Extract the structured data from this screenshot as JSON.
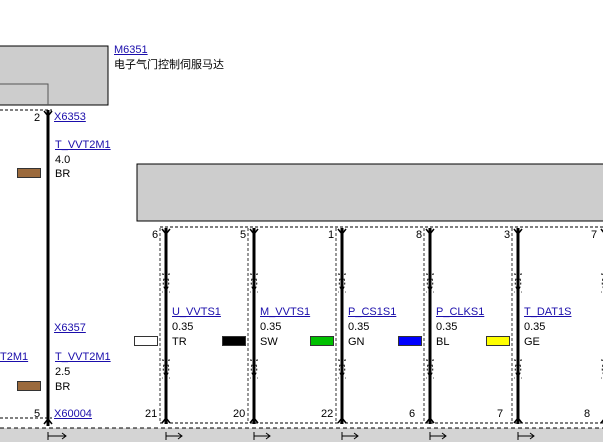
{
  "component": {
    "id": "M6351",
    "name": "电子气门控制伺服马达"
  },
  "connectors": {
    "top": "X6353",
    "mid": "X6357",
    "bottom": "X60004"
  },
  "pins": {
    "left_top": "2",
    "left_bottom": "5",
    "top_row": [
      "6",
      "5",
      "1",
      "8",
      "3",
      "7"
    ],
    "bottom_row": [
      "21",
      "20",
      "22",
      "6",
      "7",
      "8"
    ]
  },
  "wires": [
    {
      "signal": "T_VVT2M1",
      "gauge": "4.0",
      "color_code": "BR",
      "color": "#9b6a3c"
    },
    {
      "signal": "T_VVT2M1",
      "gauge": "2.5",
      "color_code": "BR",
      "color": "#9b6a3c"
    },
    {
      "signal": "U_VVTS1",
      "gauge": "0.35",
      "color_code": "TR",
      "color": "#ffffff"
    },
    {
      "signal": "M_VVTS1",
      "gauge": "0.35",
      "color_code": "SW",
      "color": "#000000"
    },
    {
      "signal": "P_CS1S1",
      "gauge": "0.35",
      "color_code": "GN",
      "color": "#00c000"
    },
    {
      "signal": "P_CLKS1",
      "gauge": "0.35",
      "color_code": "BL",
      "color": "#0000ff"
    },
    {
      "signal": "T_DAT1S",
      "gauge": "0.35",
      "color_code": "GE",
      "color": "#ffff00"
    }
  ],
  "edge_label": "T2M1"
}
